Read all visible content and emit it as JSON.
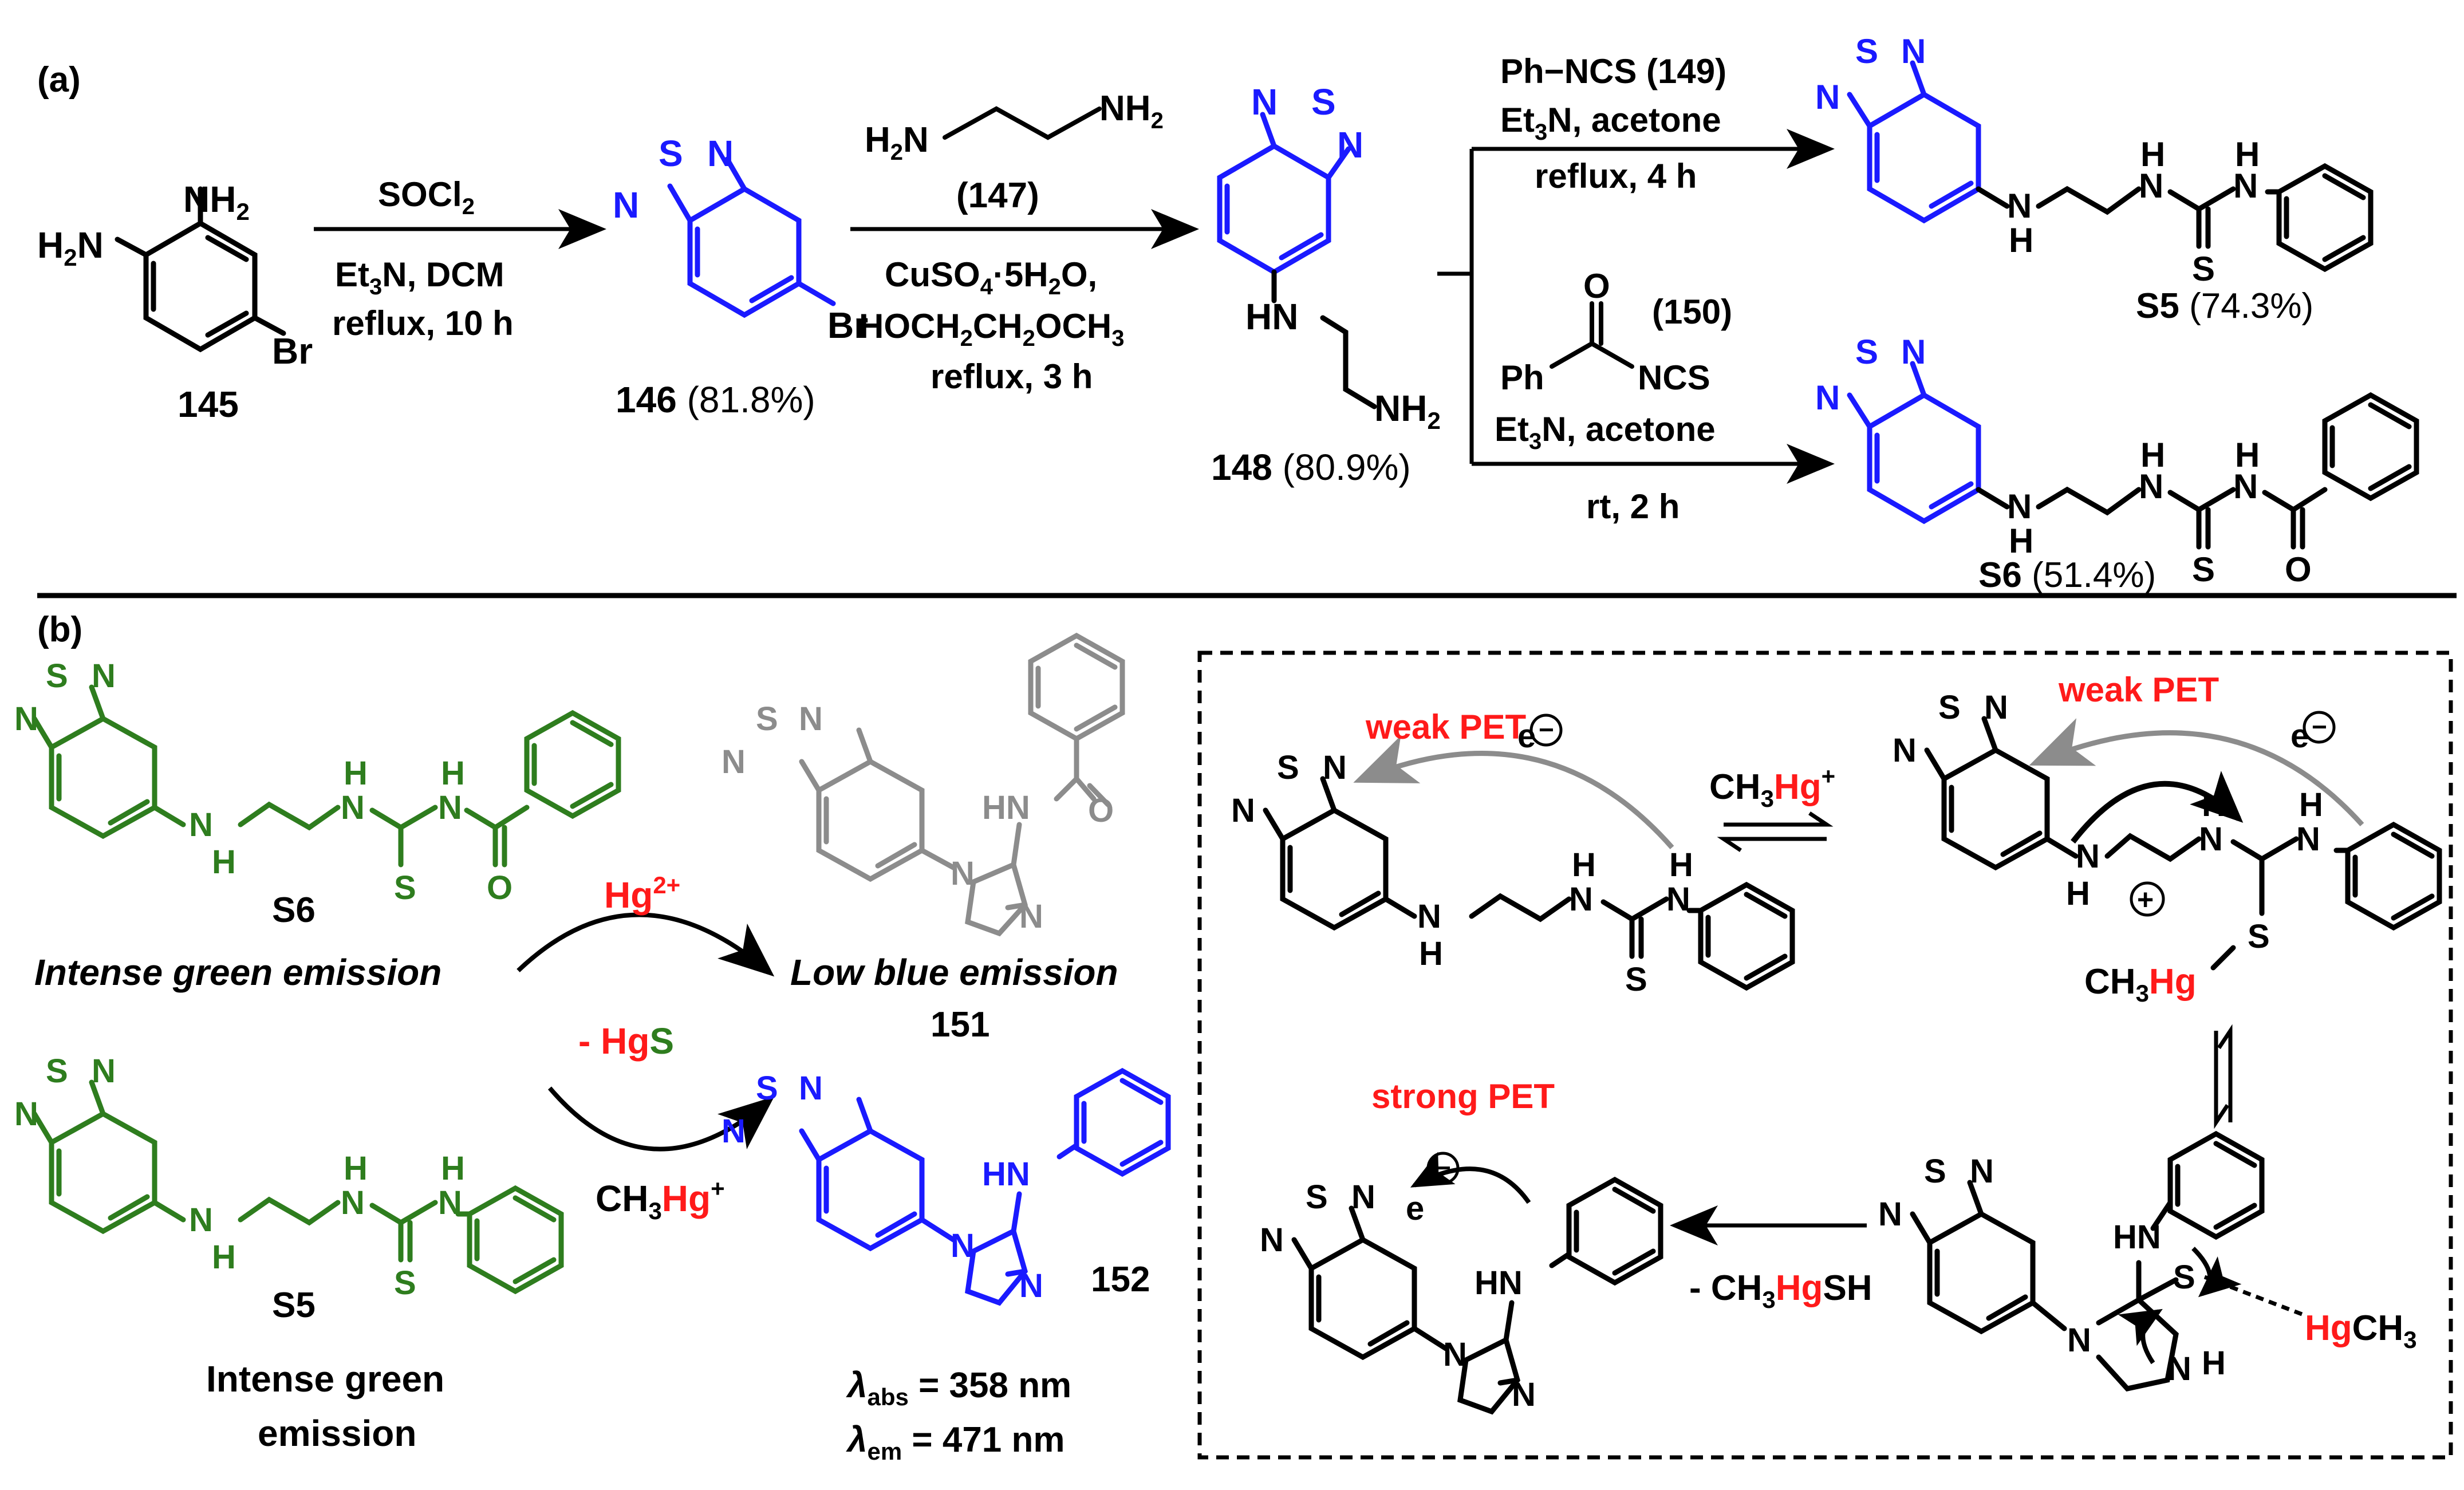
{
  "colors": {
    "black": "#000000",
    "blue": "#1a1aff",
    "green": "#2e7d1e",
    "gray": "#8c8c8c",
    "red": "#ff1a1a"
  },
  "panel_a": {
    "label": "(a)",
    "cmp145": {
      "id": "145",
      "nh2_top": "NH",
      "sub2": "2",
      "h2n": "H",
      "h2n_sub": "2",
      "h2n_n": "N",
      "br": "Br"
    },
    "step1": {
      "reagent_a": "SOCl",
      "reagent_a_sub": "2",
      "cond_a": "Et",
      "cond_a_sub": "3",
      "cond_a_rest": "N, DCM",
      "cond_b": "reflux, 10 h"
    },
    "cmp146": {
      "id": "146",
      "yield": " (81.8%)",
      "s": "S",
      "n": "N",
      "br": "Br"
    },
    "step2": {
      "amine_h2n": "H",
      "amine_h2n_sub": "2",
      "amine_n": "N",
      "amine_nh2": "NH",
      "amine_nh2_sub": "2",
      "ref": "(147)",
      "cat_a": "CuSO",
      "cat_a_sub": "4",
      "cat_a_dot": "·",
      "cat_a_rest": "5H",
      "cat_a_sub2": "2",
      "cat_a_o": "O,",
      "solv": "HOCH",
      "solv_sub1": "2",
      "solv_mid": "CH",
      "solv_sub2": "2",
      "solv_end": "OCH",
      "solv_sub3": "3",
      "cond": "reflux, 3 h"
    },
    "cmp148": {
      "id": "148",
      "yield": " (80.9%)",
      "hn": "HN",
      "nh2": "NH",
      "nh2_sub": "2"
    },
    "step3": {
      "reagent": "Ph−NCS (149)",
      "base": "Et",
      "base_sub": "3",
      "base_rest": "N, acetone",
      "cond": "reflux, 4 h"
    },
    "step4": {
      "ref": "(150)",
      "ph": "Ph",
      "o": "O",
      "ncs": "NCS",
      "base": "Et",
      "base_sub": "3",
      "base_rest": "N, acetone",
      "cond": "rt, 2 h"
    },
    "cmpS5": {
      "id": "S5",
      "yield": " (74.3%)"
    },
    "cmpS6": {
      "id": "S6",
      "yield": " (51.4%)"
    },
    "atoms": {
      "s": "S",
      "n": "N",
      "h": "H",
      "o": "O"
    }
  },
  "panel_b": {
    "label": "(b)",
    "s6_id": "S6",
    "s6_caption": "Intense green emission",
    "s5_id": "S5",
    "s5_caption_1": "Intense green",
    "s5_caption_2": "emission",
    "hg2": "Hg",
    "hg2_sup": "2+",
    "minus": "- Hg",
    "minus_s": "S",
    "ch3": "CH",
    "ch3_sub": "3",
    "hg": "Hg",
    "plus_sup": "+",
    "cmp151_caption": "Low blue emission",
    "cmp151_id": "151",
    "cmp152_id": "152",
    "lambda": "λ",
    "abs_sub": "abs",
    "abs_val": " = 358 nm",
    "em_sub": "em",
    "em_val": " = 471 nm",
    "hn": "HN",
    "n": "N",
    "o": "O",
    "s": "S",
    "h": "H"
  },
  "mechanism": {
    "weak_pet_1": "weak PET",
    "weak_pet_2": "weak PET",
    "strong_pet": "strong PET",
    "e": "e",
    "minus_circle": "−",
    "plus_circle": "+",
    "reagent_ch": "CH",
    "reagent_sub": "3",
    "reagent_hg": "Hg",
    "reagent_sup": "+",
    "loss_pre": "- CH",
    "loss_sub": "3",
    "loss_hg": "Hg",
    "loss_post": "SH",
    "hg_label": "Hg",
    "hg_ch3": "CH",
    "hg_ch3_sub": "3",
    "ch3hg_ch": "CH",
    "ch3hg_sub": "3",
    "ch3hg_hg": "Hg",
    "hn": "HN",
    "nh": "N",
    "h_atom": "H",
    "n": "N",
    "s": "S"
  }
}
